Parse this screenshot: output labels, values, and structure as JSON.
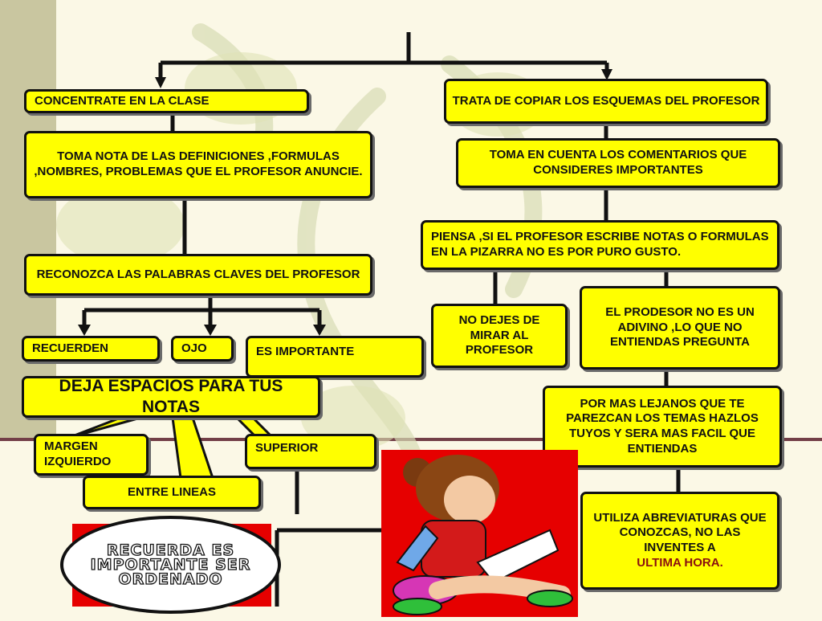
{
  "left_branch": {
    "concentrate": "CONCENTRATE EN LA CLASE",
    "take_notes": "TOMA NOTA DE LAS DEFINICIONES ,FORMULAS ,NOMBRES, PROBLEMAS QUE EL PROFESOR ANUNCIE.",
    "keywords": "RECONOZCA LAS PALABRAS CLAVES DEL PROFESOR",
    "remember": "RECUERDEN",
    "eye": "OJO",
    "important": "ES  IMPORTANTE",
    "spaces": "DEJA ESPACIOS PARA TUS NOTAS",
    "left_margin": "MARGEN IZQUIERDO",
    "superior": "SUPERIOR",
    "between_lines": "ENTRE LINEAS",
    "sign": "RECUERDA ES IMPORTANTE SER ORDENADO"
  },
  "right_branch": {
    "copy_schemes": "TRATA DE COPIAR LOS ESQUEMAS DEL PROFESOR",
    "comments": "TOMA EN CUENTA LOS COMENTARIOS QUE CONSIDERES IMPORTANTES",
    "think": "PIENSA ,SI EL PROFESOR ESCRIBE NOTAS O FORMULAS EN LA PIZARRA NO ES POR PURO GUSTO.",
    "dont_stop": "NO DEJES DE MIRAR AL PROFESOR",
    "not_psychic": "EL PRODESOR NO ES UN ADIVINO ,LO QUE NO ENTIENDAS PREGUNTA",
    "far_topics": "POR MAS LEJANOS QUE TE PAREZCAN LOS TEMAS HAZLOS TUYOS Y SERA MAS FACIL QUE ENTIENDAS",
    "abbrev_main": "UTILIZA ABREVIATURAS QUE CONOZCAS, NO LAS INVENTES A",
    "abbrev_tail": "ULTIMA HORA."
  }
}
